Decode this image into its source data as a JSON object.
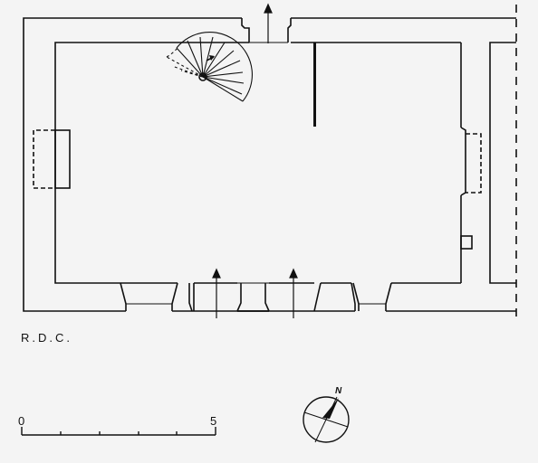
{
  "drawing": {
    "level_label": "R.D.C.",
    "scale_start": "0",
    "scale_end": "5",
    "north_letter": "N"
  },
  "colors": {
    "ink": "#111111",
    "paper": "#f4f4f4"
  },
  "icons": {
    "compass": "north-arrow-icon",
    "entrance": "entrance-arrow-icon"
  }
}
